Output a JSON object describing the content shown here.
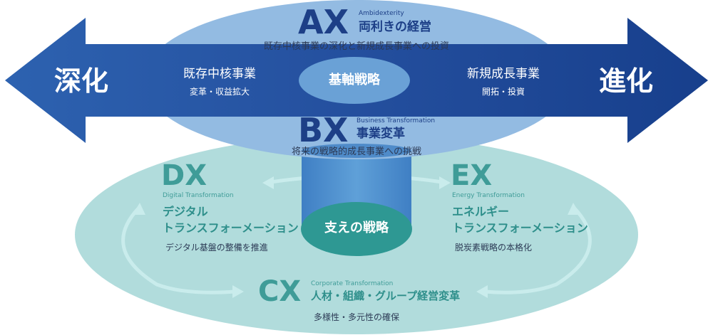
{
  "colors": {
    "top_ellipse": "#8fb6dc",
    "bottom_ellipse": "#a8d7d8",
    "arrow_dark": "#1f4e9c",
    "arrow_light": "#3a6fb8",
    "hub_top": "#5b93cf",
    "hub_bottom": "#2f9a95",
    "dx_text": "#3f9c98",
    "ax_text": "#1d3f87"
  },
  "arrow": {
    "left_label": "深化",
    "right_label": "進化"
  },
  "ax": {
    "letters": "AX",
    "en": "Ambidexterity",
    "jp": "両利きの経営",
    "desc": "既存中核事業の深化と新規成長事業への投資"
  },
  "core_left": {
    "title": "既存中核事業",
    "sub": "変革・収益拡大"
  },
  "core_right": {
    "title": "新規成長事業",
    "sub": "開拓・投資"
  },
  "hub_top_label": "基軸戦略",
  "bx": {
    "letters": "BX",
    "en": "Business Transformation",
    "jp": "事業変革",
    "desc": "将来の戦略的成長事業への挑戦"
  },
  "hub_bottom_label": "支えの戦略",
  "dx": {
    "letters": "DX",
    "en": "Digital Transformation",
    "jp_line1": "デジタル",
    "jp_line2": "トランスフォーメーション",
    "desc": "デジタル基盤の整備を推進"
  },
  "ex": {
    "letters": "EX",
    "en": "Energy Transformation",
    "jp_line1": "エネルギー",
    "jp_line2": "トランスフォーメーション",
    "desc": "脱炭素戦略の本格化"
  },
  "cx": {
    "letters": "CX",
    "en": "Corporate Transformation",
    "jp": "人材・組織・グループ経営変革",
    "desc": "多様性・多元性の確保"
  }
}
